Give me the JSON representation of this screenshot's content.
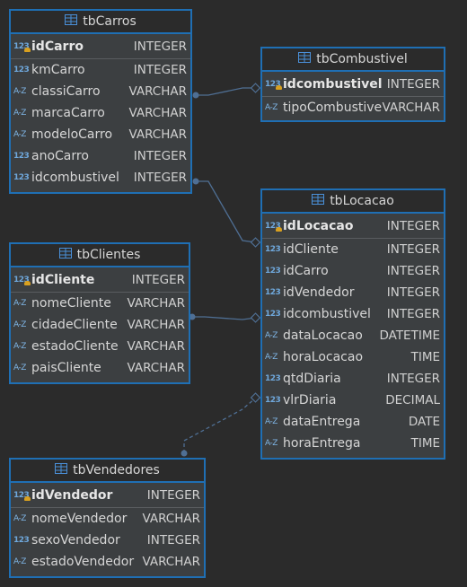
{
  "tables": {
    "carros": {
      "title": "tbCarros",
      "columns": [
        {
          "name": "idCarro",
          "type": "INTEGER",
          "icon": "123"
        },
        {
          "name": "kmCarro",
          "type": "INTEGER",
          "icon": "123"
        },
        {
          "name": "classiCarro",
          "type": "VARCHAR",
          "icon": "A-Z"
        },
        {
          "name": "marcaCarro",
          "type": "VARCHAR",
          "icon": "A-Z"
        },
        {
          "name": "modeloCarro",
          "type": "VARCHAR",
          "icon": "A-Z"
        },
        {
          "name": "anoCarro",
          "type": "INTEGER",
          "icon": "123"
        },
        {
          "name": "idcombustivel",
          "type": "INTEGER",
          "icon": "123"
        }
      ]
    },
    "combustivel": {
      "title": "tbCombustivel",
      "columns": [
        {
          "name": "idcombustivel",
          "type": "INTEGER",
          "icon": "123"
        },
        {
          "name": "tipoCombustivel",
          "type": "VARCHAR",
          "icon": "A-Z"
        }
      ]
    },
    "clientes": {
      "title": "tbClientes",
      "columns": [
        {
          "name": "idCliente",
          "type": "INTEGER",
          "icon": "123"
        },
        {
          "name": "nomeCliente",
          "type": "VARCHAR",
          "icon": "A-Z"
        },
        {
          "name": "cidadeCliente",
          "type": "VARCHAR",
          "icon": "A-Z"
        },
        {
          "name": "estadoCliente",
          "type": "VARCHAR",
          "icon": "A-Z"
        },
        {
          "name": "paisCliente",
          "type": "VARCHAR",
          "icon": "A-Z"
        }
      ]
    },
    "locacao": {
      "title": "tbLocacao",
      "columns": [
        {
          "name": "idLocacao",
          "type": "INTEGER",
          "icon": "123"
        },
        {
          "name": "idCliente",
          "type": "INTEGER",
          "icon": "123"
        },
        {
          "name": "idCarro",
          "type": "INTEGER",
          "icon": "123"
        },
        {
          "name": "idVendedor",
          "type": "INTEGER",
          "icon": "123"
        },
        {
          "name": "idcombustivel",
          "type": "INTEGER",
          "icon": "123"
        },
        {
          "name": "dataLocacao",
          "type": "DATETIME",
          "icon": "A-Z"
        },
        {
          "name": "horaLocacao",
          "type": "TIME",
          "icon": "A-Z"
        },
        {
          "name": "qtdDiaria",
          "type": "INTEGER",
          "icon": "123"
        },
        {
          "name": "vlrDiaria",
          "type": "DECIMAL",
          "icon": "123"
        },
        {
          "name": "dataEntrega",
          "type": "DATE",
          "icon": "A-Z"
        },
        {
          "name": "horaEntrega",
          "type": "TIME",
          "icon": "A-Z"
        }
      ]
    },
    "vendedores": {
      "title": "tbVendedores",
      "columns": [
        {
          "name": "idVendedor",
          "type": "INTEGER",
          "icon": "123"
        },
        {
          "name": "nomeVendedor",
          "type": "VARCHAR",
          "icon": "A-Z"
        },
        {
          "name": "sexoVendedor",
          "type": "INTEGER",
          "icon": "123"
        },
        {
          "name": "estadoVendedor",
          "type": "VARCHAR",
          "icon": "A-Z"
        }
      ]
    }
  },
  "colors": {
    "background": "#2b2b2b",
    "table_body": "#3c3f41",
    "border": "#1f6fb4",
    "connector": "#4f6f94",
    "primary_key": "#d8a020"
  }
}
